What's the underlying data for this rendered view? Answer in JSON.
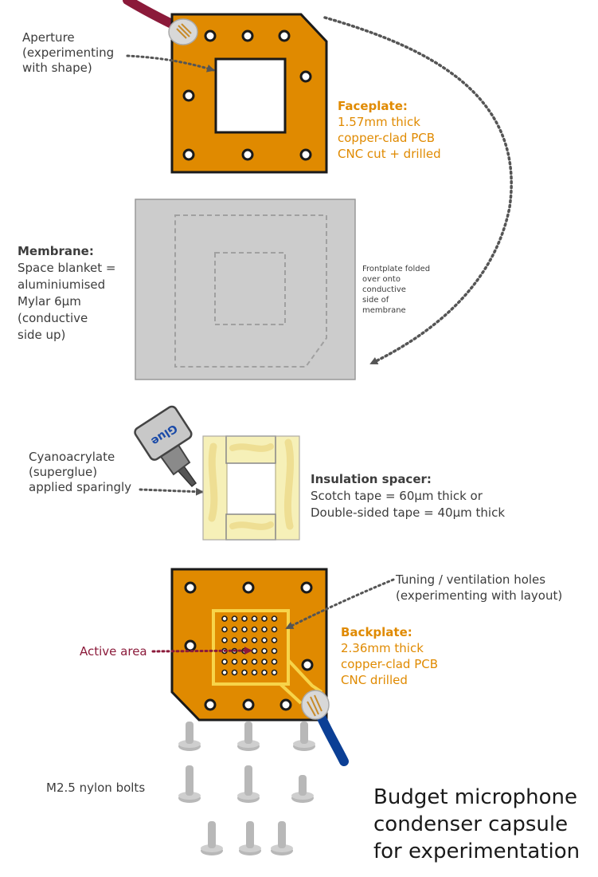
{
  "title": {
    "lines": [
      "Budget microphone",
      "condenser capsule",
      "for experimentation"
    ]
  },
  "aperture": {
    "lines": [
      "Aperture",
      "(experimenting",
      "with shape)"
    ]
  },
  "faceplate": {
    "heading": "Faceplate:",
    "lines": [
      "1.57mm thick",
      "copper-clad PCB",
      "CNC cut + drilled"
    ]
  },
  "membrane": {
    "heading": "Membrane:",
    "lines": [
      "Space blanket =",
      "aluminiumised",
      "Mylar 6µm",
      "(conductive",
      "side up)"
    ]
  },
  "fold_note": {
    "lines": [
      "Frontplate folded",
      "over onto",
      "conductive",
      "side of",
      "membrane"
    ]
  },
  "glue": {
    "bottle_label": "Glue",
    "lines": [
      "Cyanoacrylate",
      "(superglue)",
      "applied sparingly"
    ]
  },
  "spacer": {
    "heading": "Insulation spacer:",
    "lines": [
      "Scotch tape = 60µm thick or",
      "Double-sided tape = 40µm thick"
    ]
  },
  "tuning": {
    "lines": [
      "Tuning / ventilation holes",
      "(experimenting with layout)"
    ]
  },
  "active_area": {
    "label": "Active area"
  },
  "backplate": {
    "heading": "Backplate:",
    "lines": [
      "2.36mm thick",
      "copper-clad PCB",
      "CNC drilled"
    ]
  },
  "bolts": {
    "label": "M2.5 nylon bolts"
  },
  "colors": {
    "pcb": "#e08a00",
    "pcb_border": "#1a1a1a",
    "accent_orange": "#e08a00",
    "text_dark": "#3c3c3c",
    "membrane": "#cccccc",
    "tape": "#f6f0b8",
    "wire_red": "#8b1a3a",
    "wire_blue": "#0b3f95",
    "copper_trace": "#f7d44a",
    "active_red": "#8b1a3a",
    "bolt": "#b8b8b8"
  }
}
